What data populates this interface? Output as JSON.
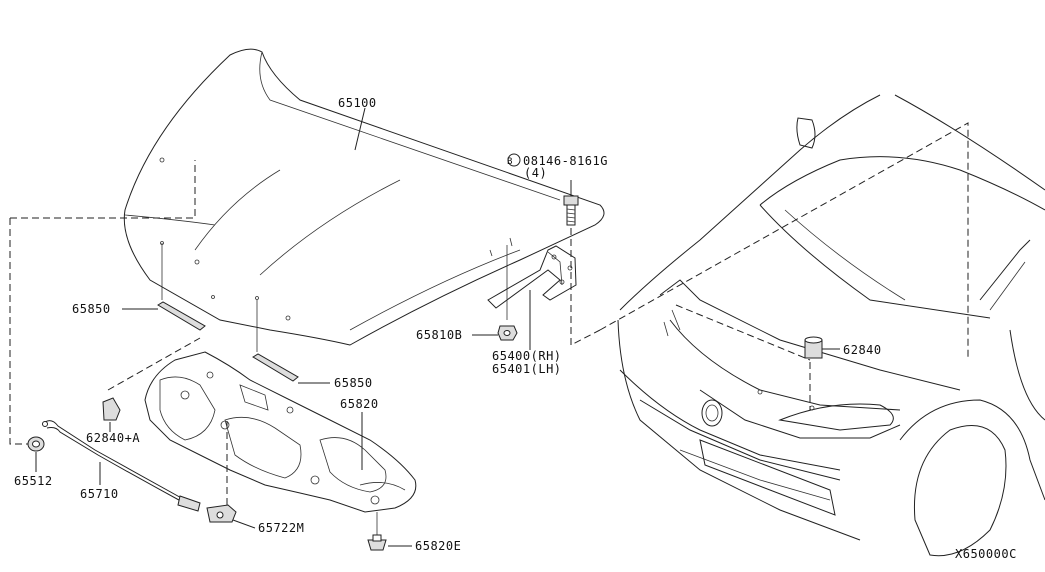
{
  "diagram": {
    "drawing_code": "X650000C",
    "parts": {
      "hood": "65100",
      "hood_seal_left": "65850",
      "hood_seal_right": "65850",
      "hood_insulator": "65820",
      "insulator_clip": "65820E",
      "hood_bumper_a": "62840+A",
      "hood_bumper": "62840",
      "hood_rod_holder": "65512",
      "hood_lock_cable": "65710",
      "lock_cable_clip": "65722M",
      "hinge_nut": "65810B",
      "hinge_rh": "65400(RH)",
      "hinge_lh": "65401(LH)",
      "hinge_bolt": "08146-8161G",
      "hinge_bolt_qty": "(4)",
      "bolt_marker": "B"
    }
  }
}
